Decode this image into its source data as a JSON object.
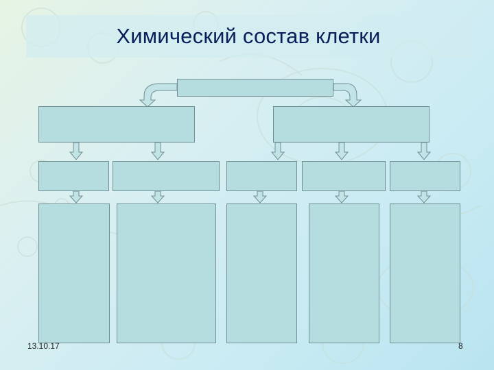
{
  "slide": {
    "title": "Химический состав клетки",
    "date": "13.10.17",
    "page_number": "8"
  },
  "colors": {
    "box_fill": "#b5dde0",
    "box_border": "#6f8f93",
    "arrow_fill": "#c2e4e6",
    "title_color": "#0b1e5a"
  }
}
